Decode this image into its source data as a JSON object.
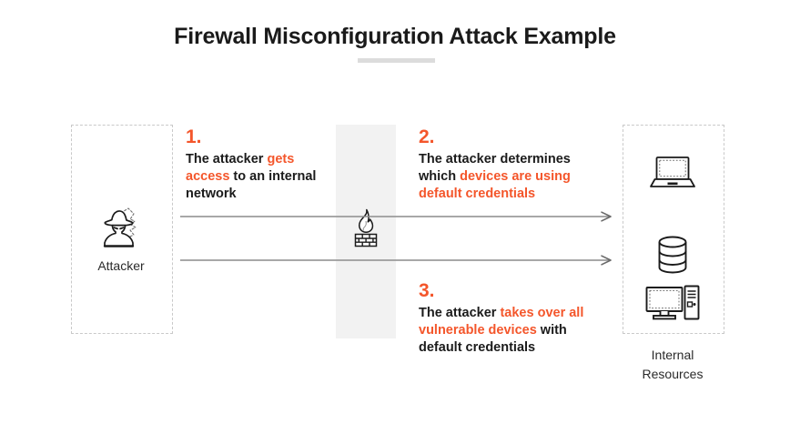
{
  "page": {
    "title": "Firewall Misconfiguration Attack Example"
  },
  "colors": {
    "accent_orange": "#F4562B",
    "text_dark": "#1B1B1B",
    "band_gray": "#F2F2F2",
    "dashed_border": "#C9C9C9",
    "rule_gray": "#DCDCDC",
    "arrow_gray": "#8C8C8C"
  },
  "actors": {
    "attacker": {
      "label": "Attacker",
      "icon": "attacker-hat-figure-icon"
    },
    "firewall": {
      "icon": "firewall-flame-brick-icon"
    },
    "internal_resources": {
      "label_line_1": "Internal",
      "label_line_2": "Resources",
      "icons": [
        "laptop-icon",
        "database-icon",
        "desktop-computer-icon"
      ]
    }
  },
  "steps": [
    {
      "number": "1.",
      "segments": [
        {
          "text": "The attacker ",
          "highlight": false
        },
        {
          "text": "gets access",
          "highlight": true
        },
        {
          "text": " to an internal network",
          "highlight": false
        }
      ],
      "plain": "The attacker gets access to an internal network"
    },
    {
      "number": "2.",
      "segments": [
        {
          "text": "The attacker determines which ",
          "highlight": false
        },
        {
          "text": "devices are using default credentials",
          "highlight": true
        }
      ],
      "plain": "The attacker determines which devices are using default credentials"
    },
    {
      "number": "3.",
      "segments": [
        {
          "text": "The attacker ",
          "highlight": false
        },
        {
          "text": "takes over all vulnerable devices",
          "highlight": true
        },
        {
          "text": " with default credentials",
          "highlight": false
        }
      ],
      "plain": "The attacker takes over all vulnerable devices with default credentials"
    }
  ],
  "arrows": [
    {
      "name": "arrow-attacker-to-resources-top",
      "direction": "right"
    },
    {
      "name": "arrow-attacker-to-resources-bottom",
      "direction": "right"
    }
  ]
}
